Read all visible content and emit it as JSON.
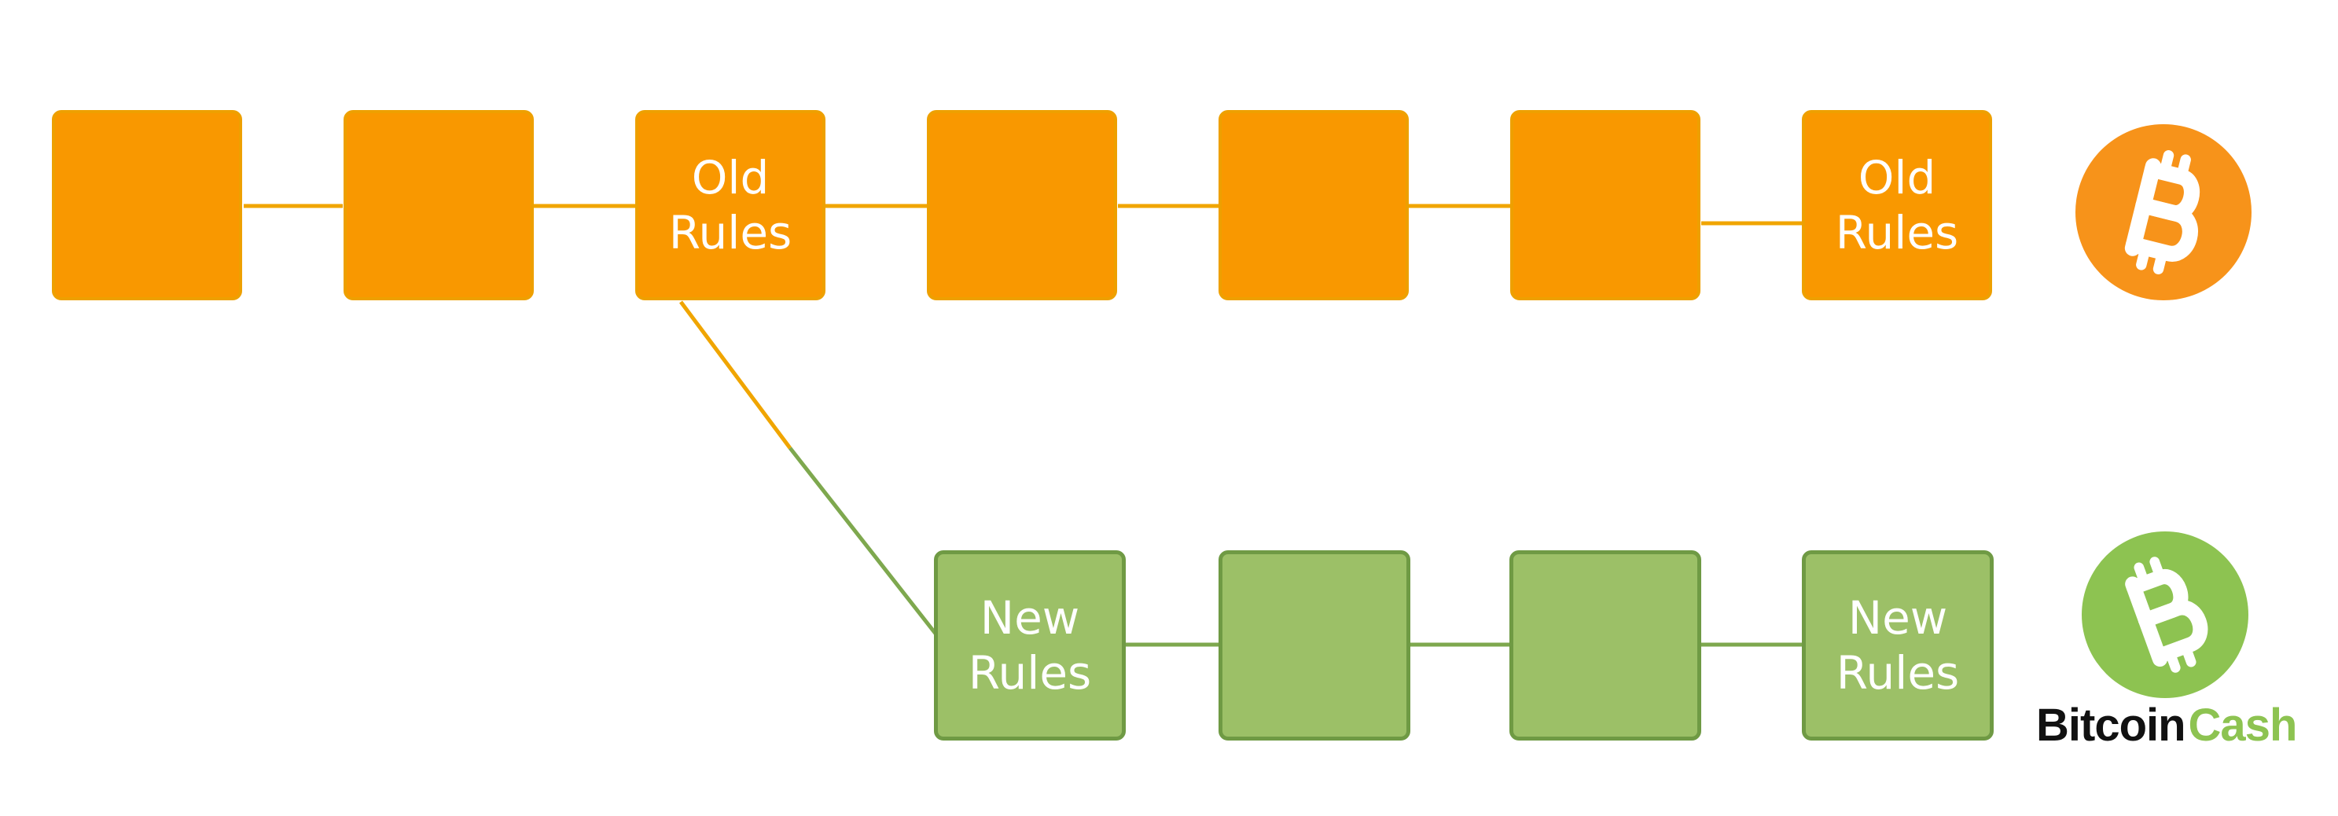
{
  "old_chain": {
    "blocks": [
      "",
      "",
      "Old\nRules",
      "",
      "",
      "",
      "Old\nRules"
    ],
    "color": "#f99800"
  },
  "new_chain": {
    "blocks": [
      "New\nRules",
      "",
      "",
      "New\nRules"
    ],
    "color": "#9cc067"
  },
  "link_colors": {
    "old": "#f0a500",
    "new": "#7ea84e"
  },
  "bitcoin_logo": {
    "icon": "bitcoin-icon",
    "color": "#f7931a"
  },
  "bitcoin_cash_logo": {
    "icon": "bitcoin-cash-icon",
    "color": "#8dc351",
    "wordmark_1": "Bitcoin",
    "wordmark_2": "Cash"
  }
}
